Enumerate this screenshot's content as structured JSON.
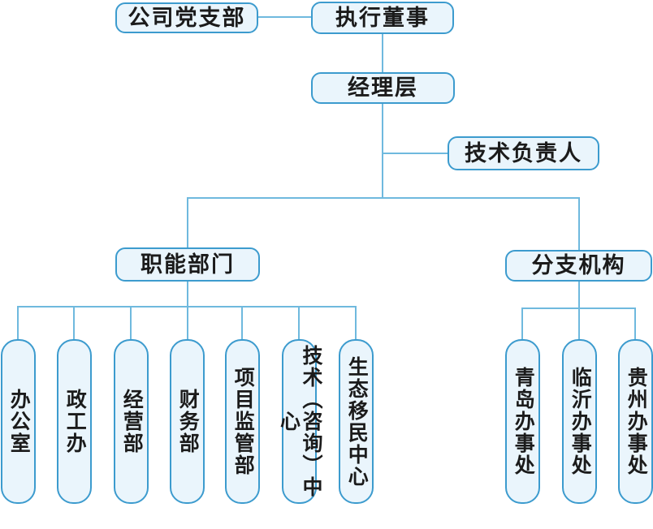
{
  "colors": {
    "node-border": "#3c9bce",
    "node-fill": "#eaf5fc",
    "line": "#6fb9de",
    "text": "#1b1b1b",
    "bg": "#ffffff"
  },
  "org_chart": {
    "nodes": {
      "party_branch": "公司党支部",
      "executive_director": "执行董事",
      "management": "经理层",
      "technical_lead": "技术负责人",
      "functional_departments": "职能部门",
      "branch_organizations": "分支机构"
    },
    "departments": [
      "办公室",
      "政工办",
      "经营部",
      "财务部",
      "项目监管部",
      "技术（咨询）中心",
      "生态移民中心"
    ],
    "offices": [
      "青岛办事处",
      "临沂办事处",
      "贵州办事处"
    ]
  }
}
